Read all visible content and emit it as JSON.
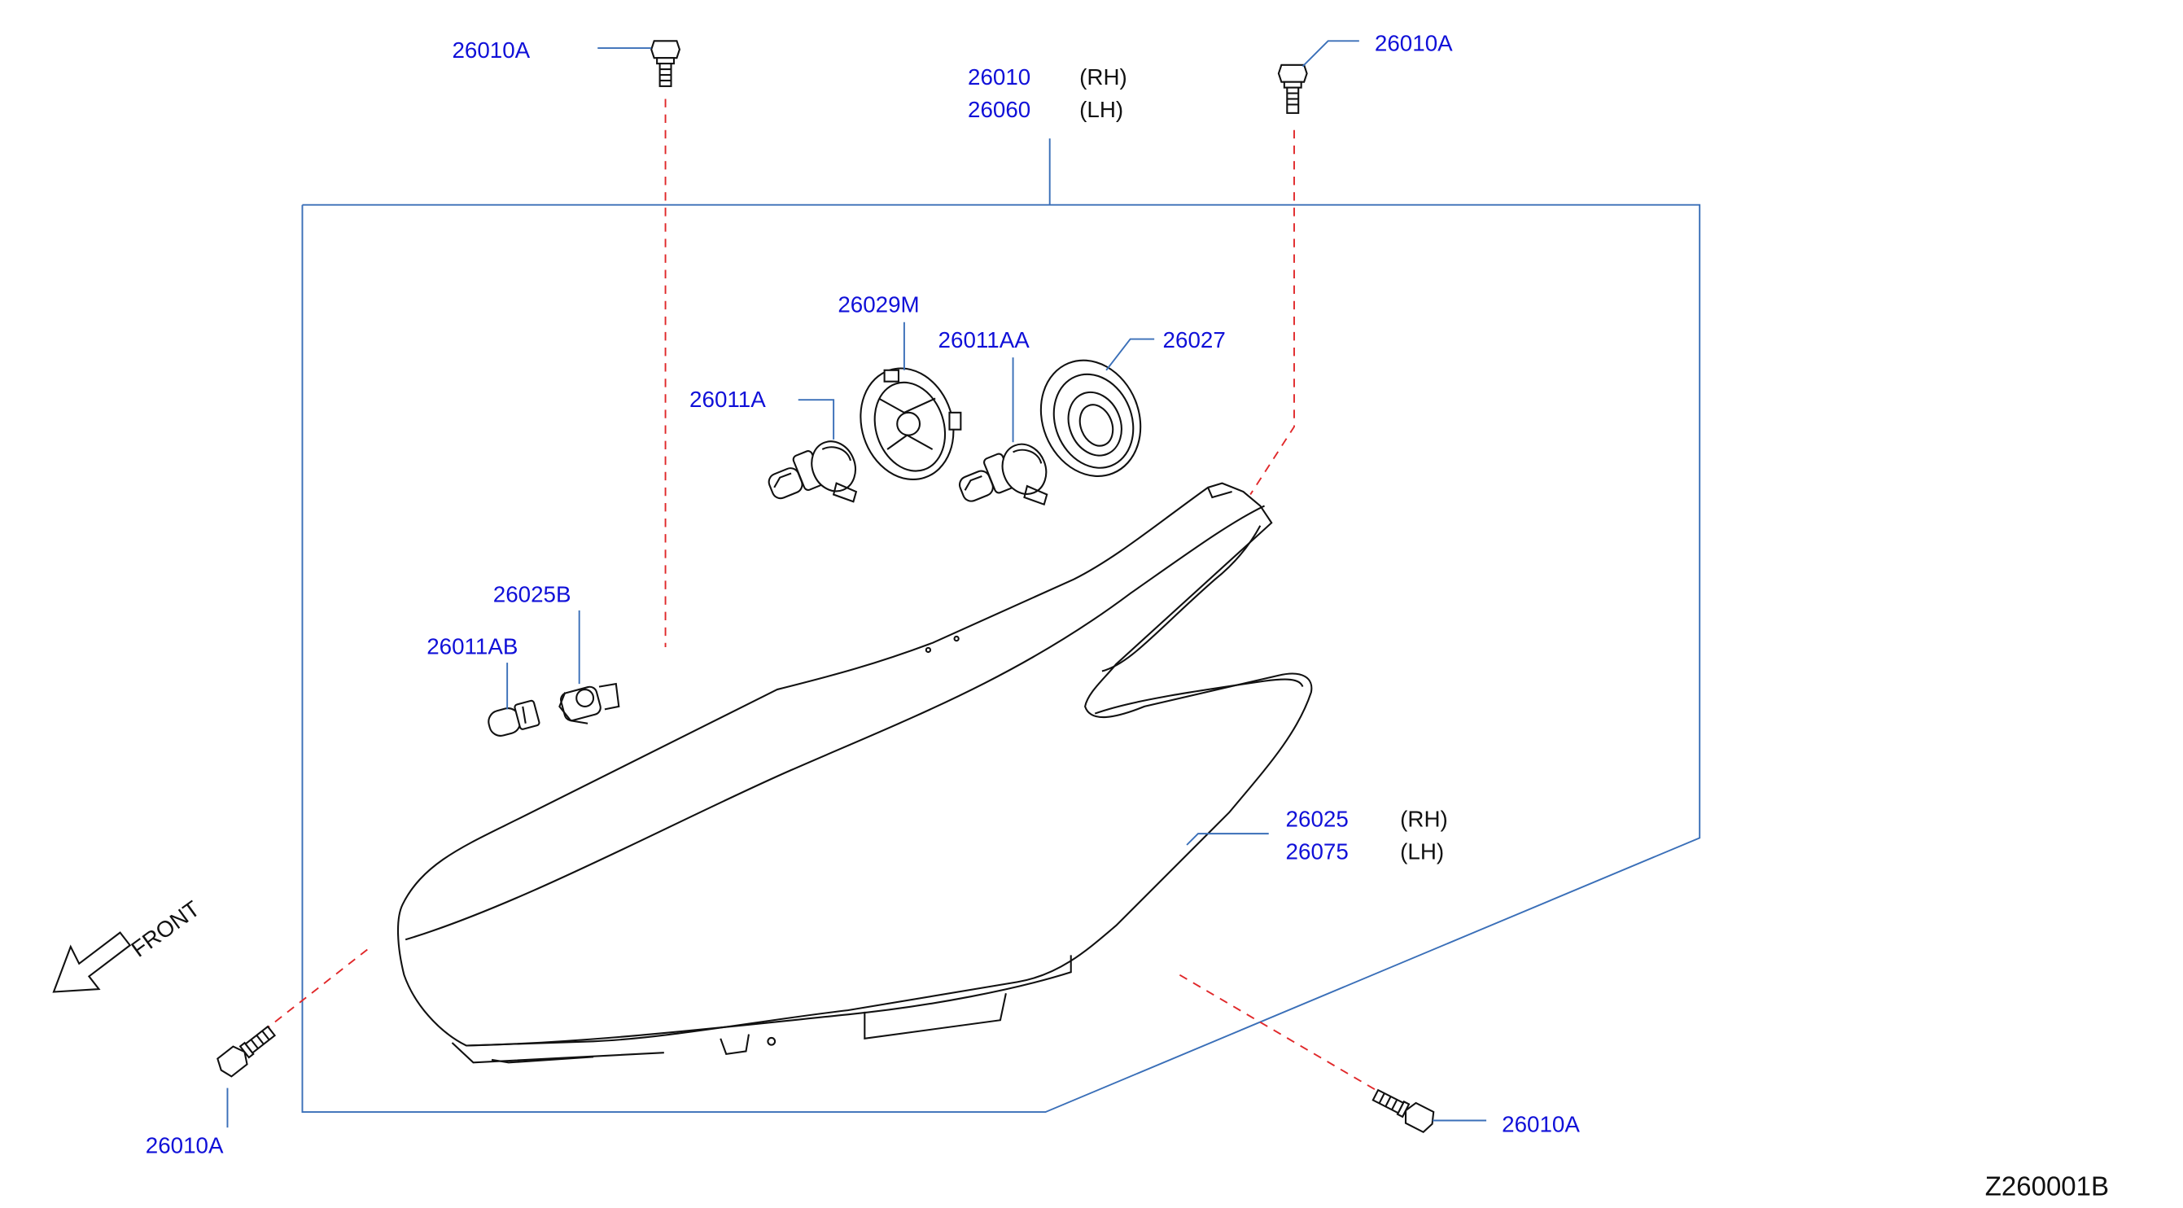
{
  "diagram": {
    "reference_code": "Z260001B",
    "front_label": "FRONT",
    "parts": {
      "headlamp_assembly": {
        "rh_number": "26010",
        "rh_suffix": "(RH)",
        "lh_number": "26060",
        "lh_suffix": "(LH)"
      },
      "housing": {
        "rh_number": "26025",
        "rh_suffix": "(RH)",
        "lh_number": "26075",
        "lh_suffix": "(LH)"
      },
      "socket_cap": "26029M",
      "bulb_a": "26011A",
      "bulb_aa": "26011AA",
      "seal_cap": "26027",
      "socket_b": "26025B",
      "bulb_ab": "26011AB",
      "screw_top_left": "26010A",
      "screw_top_right": "26010A",
      "screw_bottom_left": "26010A",
      "screw_bottom_right": "26010A"
    }
  }
}
